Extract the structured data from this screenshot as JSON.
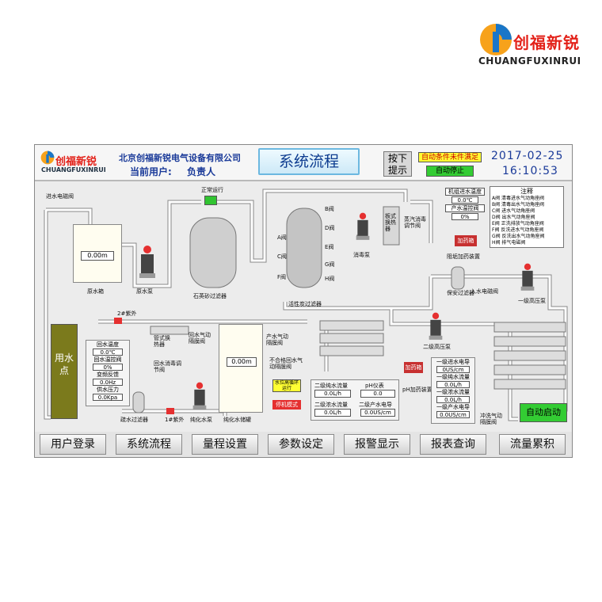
{
  "brand": {
    "name_cn": "创福新锐",
    "name_en": "CHUANGFUXINRUI"
  },
  "header": {
    "logo_cn": "创福新锐",
    "logo_en": "CHUANGFUXINRUI",
    "company": "北京创福新锐电气设备有限公司",
    "user_label": "当前用户:",
    "user_name": "负责人",
    "title": "系统流程",
    "press_button_line1": "按下",
    "press_button_line2": "提示",
    "auto_condition": "自动条件未件满足",
    "auto_stop": "自动停止",
    "date": "2017-02-25",
    "time": "16:10:53"
  },
  "diagram": {
    "inlet_valve": "进水电磁阀",
    "raw_tank": "原水箱",
    "raw_tank_level": "0.00m",
    "raw_pump": "原水泵",
    "normal_running": "正常运行",
    "quartz_filter": "石英砂过滤器",
    "carbon_filter": "活性炭过滤器",
    "disinfect_pump": "消毒泵",
    "plate_exchanger": "板式换热器",
    "steam_valve": "蒸汽消毒调节阀",
    "unit_temp_title": "机组进水温度",
    "unit_temp_value": "0.0℃",
    "prod_temp_title": "产水温控阀",
    "prod_temp_value": "0%",
    "dosing_box": "加药箱",
    "scale_inhibitor": "阻垢加药装置",
    "security_filter": "保安过滤器",
    "inlet_magnet_valve": "入水电磁阀",
    "stage1_pump": "一级高压泵",
    "stage2_pump": "二级高压泵",
    "legend_title": "注释",
    "legend": [
      "A阀 清毒进水气动角座阀",
      "B阀 清毒出水气动角座阀",
      "C阀 进水气动角座阀",
      "D阀 出水气动角座阀",
      "E阀 正洗排放气动角座阀",
      "F阀 反洗进水气动角座阀",
      "G阀 反洗出水气动角座阀",
      "H阀 排气电磁阀"
    ],
    "valve_labels": [
      "A阀",
      "B阀",
      "C阀",
      "D阀",
      "E阀",
      "F阀",
      "G阀",
      "H阀"
    ],
    "use_point": "用水点",
    "return_temp_t": "回水温度",
    "return_temp_v": "0.0℃",
    "return_valve_t": "回水温控阀",
    "return_valve_v": "0%",
    "freq_t": "变频反馈",
    "freq_v": "0.0Hz",
    "supply_p_t": "供水压力",
    "supply_p_v": "0.0Kpa",
    "uv2": "2#紫外",
    "uv1": "1#紫外",
    "heat_exchanger": "管式换热器",
    "return_pneumatic": "回水气动隔膜阀",
    "return_disinfect": "回水消毒调节阀",
    "pure_tank_level": "0.00m",
    "pure_tank": "纯化水储罐",
    "prod_pneumatic": "产水气动隔膜阀",
    "fail_return": "不合格回水气动隔膜阀",
    "high_level": "水位高循环运行",
    "shutdown_mode": "停机模式",
    "pure_pump": "纯化水泵",
    "sparse_filter": "疏水过滤器",
    "s2_pure_flow_t": "二级纯水流量",
    "s2_pure_flow_v": "0.0L/h",
    "ph_t": "pH仪表",
    "ph_v": "0.0",
    "s2_conc_flow_t": "二级浓水流量",
    "s2_conc_flow_v": "0.0L/h",
    "s2_cond_t": "二级产水电导",
    "s2_cond_v": "0.0US/cm",
    "naoh_box": "加药箱",
    "naoh_device": "pH加药装置",
    "s1_in_cond_t": "一级进水电导",
    "s1_in_cond_v": "0US/cm",
    "s1_pure_flow_t": "一级纯水流量",
    "s1_pure_flow_v": "0.0L/h",
    "s1_conc_flow_t": "一级浓水流量",
    "s1_conc_flow_v": "0.0L/h",
    "s1_cond_t": "一级产水电导",
    "s1_cond_v": "0.0US/cm",
    "flush_valve": "冲洗气动隔膜阀",
    "auto_start": "自动启动"
  },
  "nav": [
    "用户登录",
    "系统流程",
    "量程设置",
    "参数设定",
    "报警显示",
    "报表查询",
    "流量累积"
  ],
  "colors": {
    "title_blue": "#1a3a99",
    "brand_red": "#e32119",
    "auto_green": "#33cc33",
    "alarm_yellow": "#ffff33",
    "tank_olive": "#7b7a1c"
  }
}
